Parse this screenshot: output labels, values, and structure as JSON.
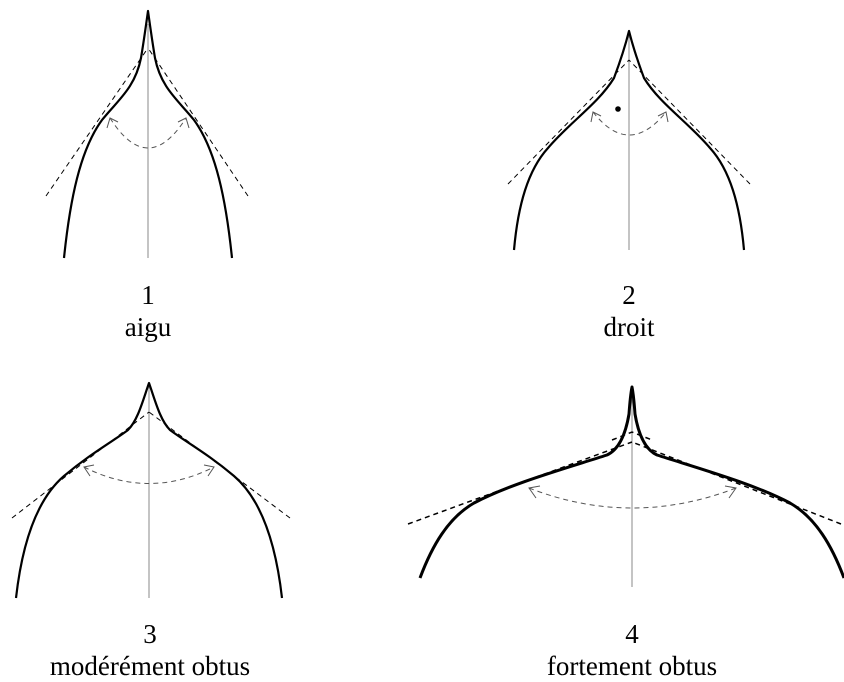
{
  "figures": [
    {
      "number": "1",
      "label": "aigu"
    },
    {
      "number": "2",
      "label": "droit"
    },
    {
      "number": "3",
      "label": "modérément obtus"
    },
    {
      "number": "4",
      "label": "fortement obtus"
    }
  ],
  "colors": {
    "outline": "#000000",
    "midrib": "#8a8a8a",
    "angle_arc": "#555555",
    "background": "#ffffff"
  }
}
